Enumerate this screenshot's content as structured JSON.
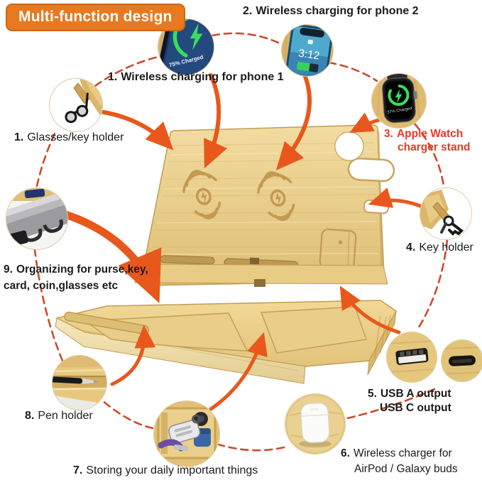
{
  "badge": {
    "label": "Multi-function design"
  },
  "callouts": {
    "wireless1": {
      "num": "1.",
      "text": "Wireless charging for phone 1"
    },
    "wireless2": {
      "num": "2.",
      "text": "Wireless charging for phone 2"
    },
    "glasses": {
      "num": "1.",
      "text": "Glasses/key holder"
    },
    "watch": {
      "num": "3.",
      "line1": "Apple Watch",
      "line2": "charger stand"
    },
    "key": {
      "num": "4.",
      "text": "Key holder"
    },
    "usb": {
      "num": "5.",
      "line1": "USB A output",
      "line2": "USB C output"
    },
    "buds": {
      "num": "6.",
      "line1": "Wireless charger for",
      "line2": "AirPod / Galaxy buds"
    },
    "storing": {
      "num": "7.",
      "text": "Storing your daily important things"
    },
    "pen": {
      "num": "8.",
      "text": "Pen holder"
    },
    "organizing": {
      "num": "9.",
      "line1": "Organizing for purse,key,",
      "line2": "card, coin,glasses etc"
    }
  },
  "devices": {
    "phone1_charge": "75% Charged",
    "phone2_time": "3:12",
    "watch_charge": "37% Charged"
  },
  "colors": {
    "badge_orange": "#E8791F",
    "arrow_orange": "#E8581C",
    "dash_red": "#CC4B2B",
    "watch_label_red": "#E8392A",
    "bamboo": "#E8CB84",
    "charge_green": "#35E05A",
    "text_dark": "#1B1B1B"
  }
}
